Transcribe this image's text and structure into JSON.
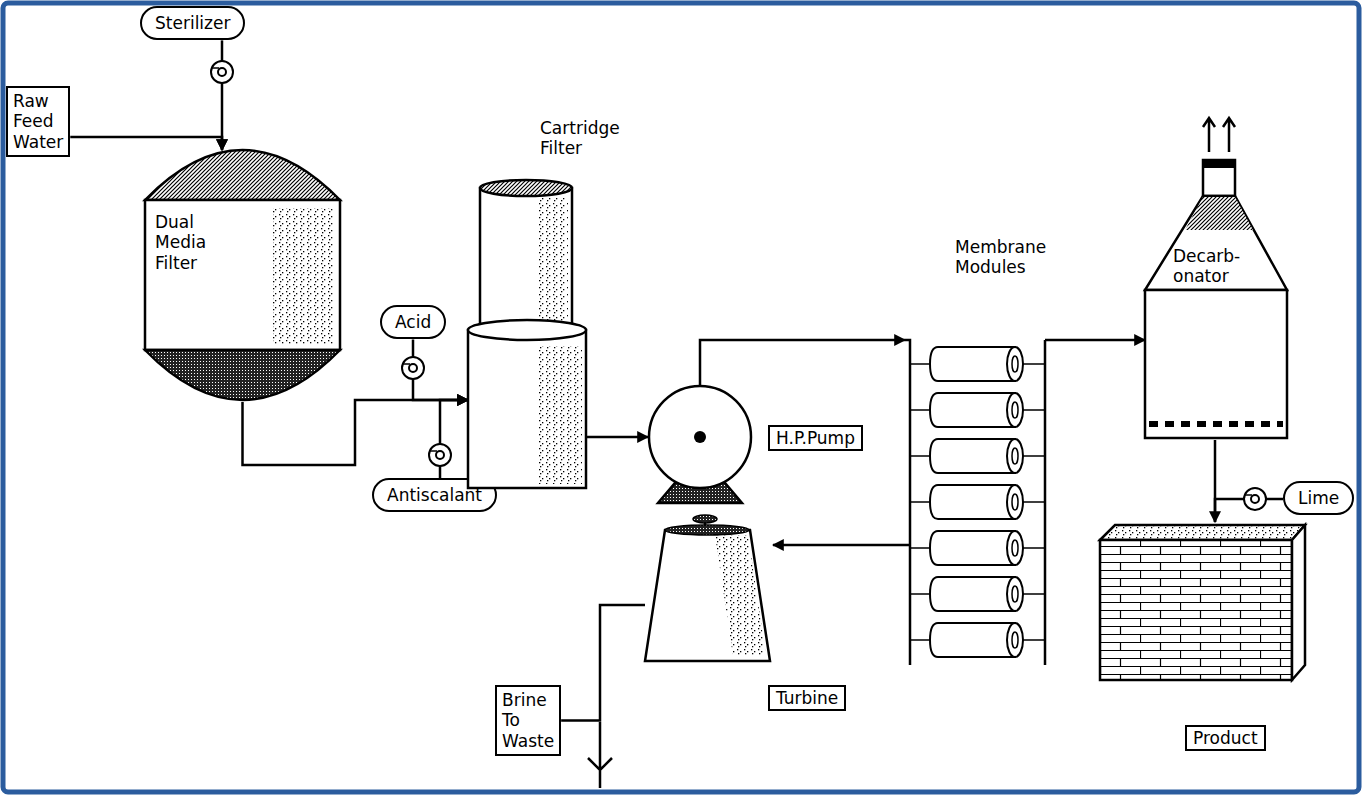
{
  "diagram": {
    "nodes": [
      {
        "text": [
          "Raw Feed Water"
        ]
      },
      {
        "text": [
          "Sterilizer"
        ]
      },
      {
        "text": [
          "Dual Media Filter"
        ]
      },
      {
        "text": [
          "Acid"
        ]
      },
      {
        "text": [
          "Antiscalant"
        ]
      },
      {
        "text": [
          "Cartridge Filter"
        ]
      },
      {
        "text": [
          "H.P.Pump"
        ]
      },
      {
        "text": [
          "Membrane Modules"
        ]
      },
      {
        "text": [
          "Decarb- onator"
        ]
      },
      {
        "text": [
          "Lime"
        ]
      },
      {
        "text": [
          "Product"
        ]
      },
      {
        "text": [
          "Turbine"
        ]
      },
      {
        "text": [
          "Brine To Waste"
        ]
      }
    ],
    "edges": [
      {
        "from": 0,
        "to": 2,
        "arrow": "to"
      },
      {
        "from": 1,
        "to": 2,
        "arrow": "to"
      },
      {
        "from": 2,
        "to": 5,
        "arrow": "to"
      },
      {
        "from": 3,
        "to": 5,
        "arrow": "to"
      },
      {
        "from": 4,
        "to": 5,
        "arrow": "to"
      },
      {
        "from": 5,
        "to": 6,
        "arrow": "to"
      },
      {
        "from": 6,
        "to": 7,
        "arrow": "to"
      },
      {
        "from": 7,
        "to": 8,
        "arrow": "to"
      },
      {
        "from": 8,
        "to": 10,
        "arrow": "to"
      },
      {
        "from": 9,
        "to": 10,
        "arrow": "none"
      },
      {
        "from": 7,
        "to": 11,
        "arrow": "to"
      },
      {
        "from": 11,
        "to": 12,
        "arrow": "none"
      }
    ]
  }
}
